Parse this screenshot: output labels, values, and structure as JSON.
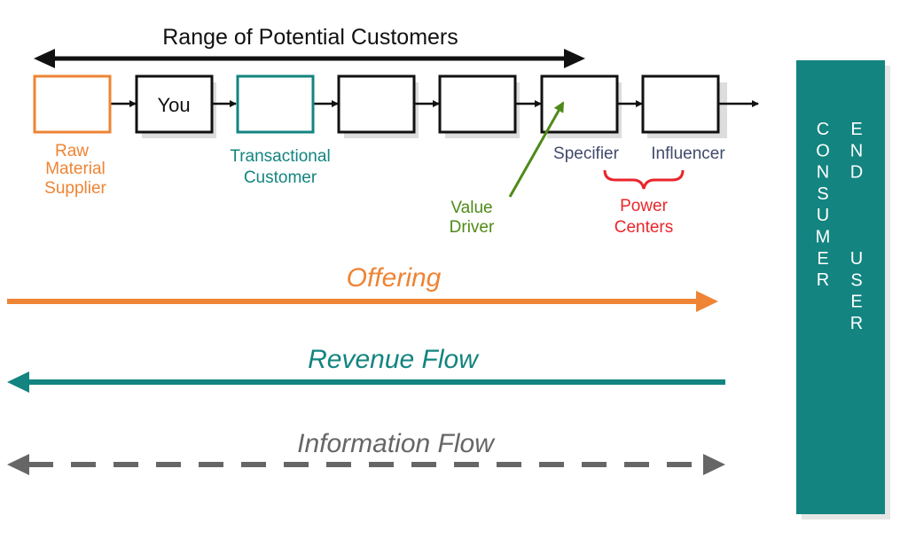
{
  "title": "Range of Potential Customers",
  "boxes": [
    {
      "id": "raw",
      "text": ""
    },
    {
      "id": "you",
      "text": "You"
    },
    {
      "id": "transactional",
      "text": ""
    },
    {
      "id": "box4",
      "text": ""
    },
    {
      "id": "box5",
      "text": ""
    },
    {
      "id": "specifier",
      "text": ""
    },
    {
      "id": "influencer",
      "text": ""
    }
  ],
  "labels": {
    "raw_material_supplier": [
      "Raw",
      "Material",
      "Supplier"
    ],
    "transactional_customer": [
      "Transactional",
      "Customer"
    ],
    "specifier": "Specifier",
    "influencer": "Influencer",
    "value_driver": [
      "Value",
      "Driver"
    ],
    "power_centers": [
      "Power",
      "Centers"
    ]
  },
  "flows": {
    "offering": "Offering",
    "revenue": "Revenue Flow",
    "information": "Information Flow"
  },
  "consumer_column": {
    "consumer_letters": [
      "C",
      "O",
      "N",
      "S",
      "U",
      "M",
      "E",
      "R"
    ],
    "end_letters": [
      "E",
      "N",
      "D"
    ],
    "user_letters": [
      "U",
      "S",
      "E",
      "R"
    ]
  },
  "colors": {
    "orange": "#ee8434",
    "teal": "#138480",
    "navy": "#404a6a",
    "green": "#4f8a18",
    "red": "#e8262b",
    "gray": "#666666",
    "black": "#111111"
  }
}
